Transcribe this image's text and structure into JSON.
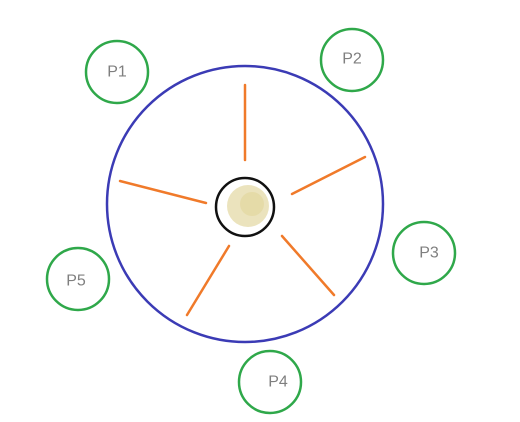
{
  "diagram": {
    "nodes": [
      {
        "id": "p1",
        "label": "P1"
      },
      {
        "id": "p2",
        "label": "P2"
      },
      {
        "id": "p3",
        "label": "P3"
      },
      {
        "id": "p4",
        "label": "P4"
      },
      {
        "id": "p5",
        "label": "P5"
      }
    ],
    "colors": {
      "table_ring": "#3b3bb5",
      "chopstick": "#f07a2a",
      "node_ring": "#2fa84a",
      "bowl_outline": "#111111",
      "bowl_fill": "#e9e0b6"
    }
  }
}
